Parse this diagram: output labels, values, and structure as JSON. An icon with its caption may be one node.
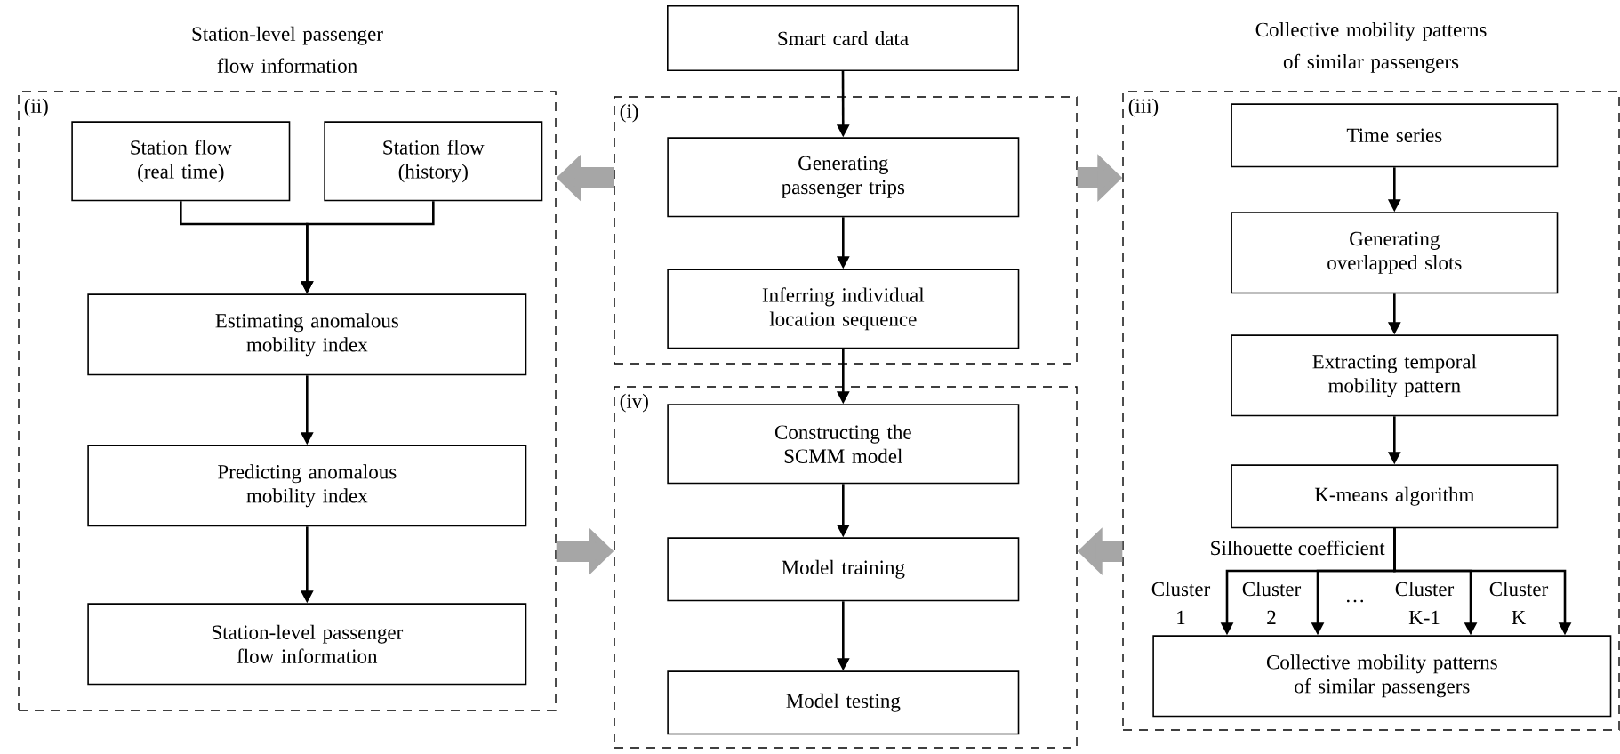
{
  "diagram": {
    "nodes": [
      {
        "text": [
          "Station-level passenger flow information",
          "(ii)"
        ]
      },
      {
        "text": [
          "Station flow (real time)"
        ],
        "in": 0
      },
      {
        "text": [
          "Station flow (history)"
        ],
        "in": 0
      },
      {
        "text": [
          "Estimating anomalous mobility index"
        ],
        "in": 0
      },
      {
        "text": [
          "Predicting anomalous mobility index"
        ],
        "in": 0
      },
      {
        "text": [
          "Station-level passenger flow information"
        ],
        "in": 0
      },
      {
        "text": [
          "Smart card data"
        ]
      },
      {
        "text": [
          "(i)"
        ]
      },
      {
        "text": [
          "Generating passenger trips"
        ],
        "in": 7
      },
      {
        "text": [
          "Inferring individual location sequence"
        ],
        "in": 7
      },
      {
        "text": [
          "(iv)"
        ]
      },
      {
        "text": [
          "Constructing the SCMM model"
        ],
        "in": 10
      },
      {
        "text": [
          "Model training"
        ],
        "in": 10
      },
      {
        "text": [
          "Model testing"
        ],
        "in": 10
      },
      {
        "text": [
          "Collective mobility patterns of similar passengers",
          "(iii)"
        ]
      },
      {
        "text": [
          "Time series"
        ],
        "in": 14
      },
      {
        "text": [
          "Generating overlapped slots"
        ],
        "in": 14
      },
      {
        "text": [
          "Extracting temporal mobility pattern"
        ],
        "in": 14
      },
      {
        "text": [
          "K-means algorithm"
        ],
        "in": 14
      },
      {
        "text": [
          "Collective mobility patterns of similar passengers"
        ],
        "in": 14
      }
    ],
    "edges": [
      {
        "from": 1,
        "to": 3,
        "arrow": "to"
      },
      {
        "from": 2,
        "to": 3,
        "arrow": "to"
      },
      {
        "from": 3,
        "to": 4,
        "arrow": "to"
      },
      {
        "from": 4,
        "to": 5,
        "arrow": "to"
      },
      {
        "from": 6,
        "to": 8,
        "arrow": "to"
      },
      {
        "from": 8,
        "to": 9,
        "arrow": "to"
      },
      {
        "from": 9,
        "to": 11,
        "arrow": "to"
      },
      {
        "from": 11,
        "to": 12,
        "arrow": "to"
      },
      {
        "from": 12,
        "to": 13,
        "arrow": "to"
      },
      {
        "from": 15,
        "to": 16,
        "arrow": "to"
      },
      {
        "from": 16,
        "to": 17,
        "arrow": "to"
      },
      {
        "from": 17,
        "to": 18,
        "arrow": "to"
      },
      {
        "from": 18,
        "to": 19,
        "arrow": "to",
        "label": "Cluster 1"
      },
      {
        "from": 18,
        "to": 19,
        "arrow": "to",
        "label": "Cluster 2"
      },
      {
        "from": 18,
        "to": 19,
        "arrow": "to",
        "label": "Cluster K-1"
      },
      {
        "from": 18,
        "to": 19,
        "arrow": "to",
        "label": "Cluster K"
      },
      {
        "from": 7,
        "to": 0,
        "arrow": "to",
        "style": "thick",
        "color": "#a6a6a6"
      },
      {
        "from": 7,
        "to": 14,
        "arrow": "to",
        "style": "thick",
        "color": "#a6a6a6"
      },
      {
        "from": 0,
        "to": 10,
        "arrow": "to",
        "style": "thick",
        "color": "#a6a6a6"
      },
      {
        "from": 14,
        "to": 10,
        "arrow": "to",
        "style": "thick",
        "color": "#a6a6a6"
      }
    ],
    "labels": [
      "Silhouette coefficient",
      "…"
    ]
  }
}
